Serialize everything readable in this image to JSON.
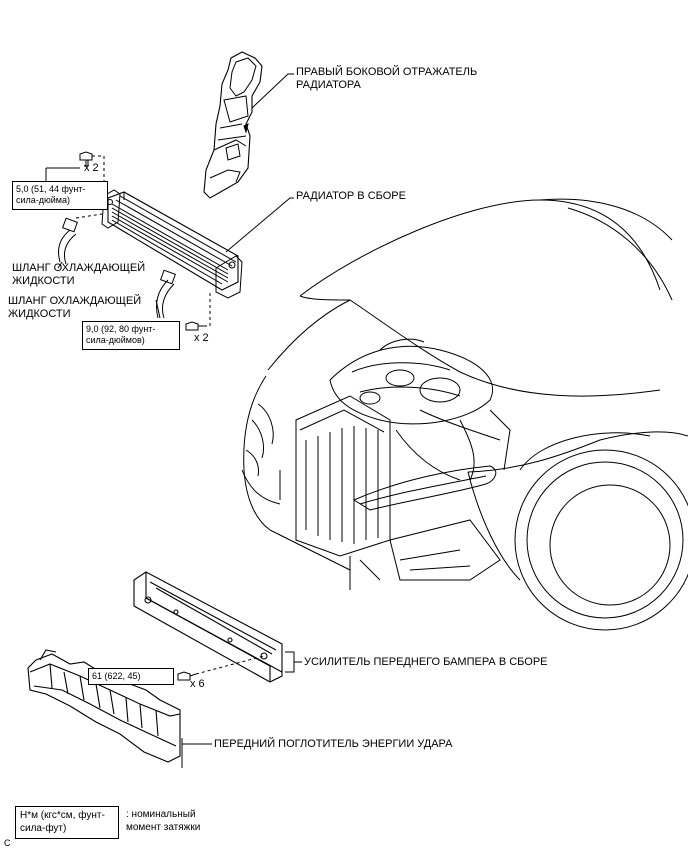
{
  "labels": {
    "right_side_deflector": "ПРАВЫЙ БОКОВОЙ ОТРАЖАТЕЛЬ\nРАДИАТОРА",
    "radiator_assy": "РАДИАТОР В СБОРЕ",
    "hose_1": "ШЛАНГ ОХЛАЖДАЮЩЕЙ\nЖИДКОСТИ",
    "hose_2": "ШЛАНГ ОХЛАЖДАЮЩЕЙ\nЖИДКОСТИ",
    "bumper_reinforcement": "УСИЛИТЕЛЬ ПЕРЕДНЕГО БАМПЕРА В СБОРЕ",
    "energy_absorber": "ПЕРЕДНИЙ ПОГЛОТИТЕЛЬ ЭНЕРГИИ УДАРА"
  },
  "torques": {
    "upper_bolt": "5,0 (51, 44 фунт-\nсила-дюйма)",
    "lower_bolt": "9,0 (92, 80 фунт-\nсила-дюймов)",
    "bumper_bolt": "61 (622, 45)"
  },
  "quantities": {
    "upper_bolt": "x 2",
    "lower_bolt": "x 2",
    "bumper_bolt": "x 6"
  },
  "legend": {
    "unit_box": "Н*м (кгс*см, фунт-\nсила-фут)",
    "description": ": номинальный\nмомент затяжки"
  },
  "figure_code": "C"
}
